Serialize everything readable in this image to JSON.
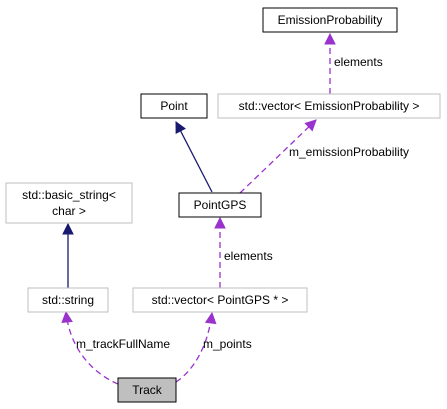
{
  "colors": {
    "background": "#ffffff",
    "inheritance_edge": "#191970",
    "usage_edge": "#9a32cd",
    "node_border_solid": "#000000",
    "node_border_light": "#bfbfbf",
    "focus_node_fill": "#bfbfbf"
  },
  "nodes": {
    "emission_probability": {
      "label": "EmissionProbability"
    },
    "point": {
      "label": "Point"
    },
    "vector_emission": {
      "label": "std::vector< EmissionProbability >"
    },
    "point_gps": {
      "label": "PointGPS"
    },
    "basic_string": {
      "label_line1": "std::basic_string<",
      "label_line2": "char >"
    },
    "std_string": {
      "label": "std::string"
    },
    "vector_pointgps": {
      "label": "std::vector< PointGPS * >"
    },
    "track": {
      "label": "Track"
    }
  },
  "edges": {
    "vector_emission_elements": {
      "label": "elements"
    },
    "point_gps_emission": {
      "label": "m_emissionProbability"
    },
    "vector_pointgps_elements": {
      "label": "elements"
    },
    "track_full_name": {
      "label": "m_trackFullName"
    },
    "track_points": {
      "label": "m_points"
    }
  }
}
